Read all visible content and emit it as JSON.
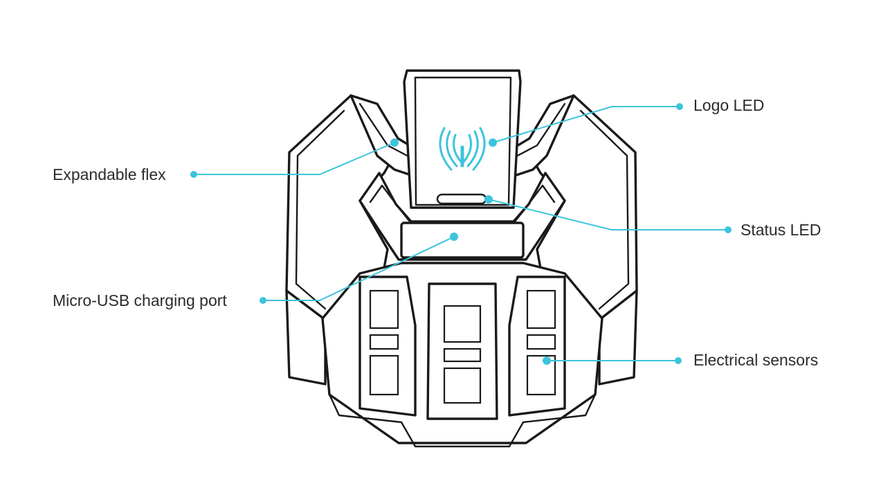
{
  "callouts": {
    "logo_led": "Logo LED",
    "expandable_flex": "Expandable flex",
    "status_led": "Status LED",
    "micro_usb_port": "Micro-USB charging port",
    "electrical_sensors": "Electrical sensors"
  },
  "colors": {
    "callout_accent": "#3cc4dc",
    "outline": "#1a1a1a",
    "label_text": "#2b2b2b"
  }
}
